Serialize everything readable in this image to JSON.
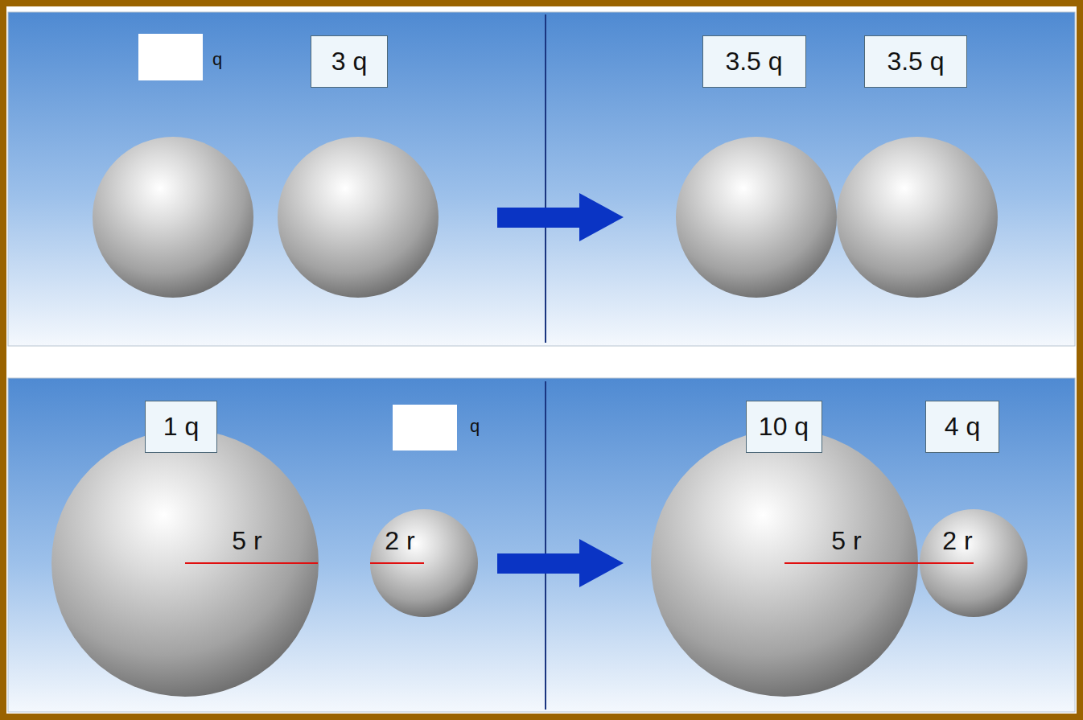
{
  "diagram": {
    "nodes": [
      {
        "text": [
          "3 q"
        ]
      },
      {
        "text": [
          "3.5 q"
        ]
      },
      {
        "text": [
          "3.5 q"
        ]
      },
      {
        "text": [
          "1 q"
        ]
      },
      {
        "text": [
          "10 q"
        ]
      },
      {
        "text": [
          "4 q"
        ]
      }
    ],
    "labels": [
      "q",
      "q",
      "5 r",
      "2 r",
      "5 r",
      "2 r"
    ]
  }
}
